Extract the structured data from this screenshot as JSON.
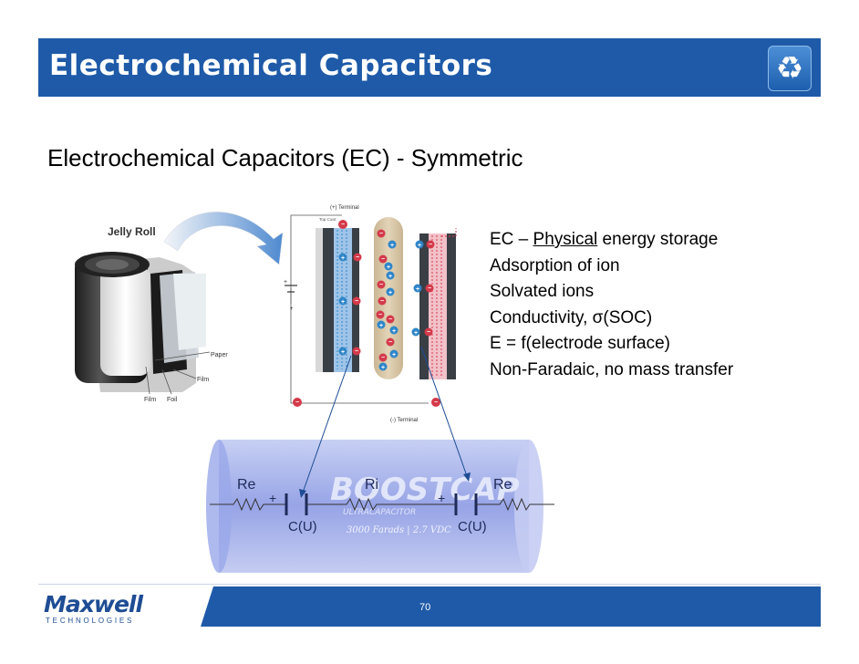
{
  "header": {
    "title": "Electrochemical Capacitors",
    "icon": "recycle-icon"
  },
  "subtitle": "Electrochemical Capacitors (EC) - Symmetric",
  "bullets": {
    "line1_lead": "EC",
    "line1_dash": " – ",
    "line1_underlined": "Physical",
    "line1_rest": " energy storage",
    "line2": "Adsorption of ion",
    "line3": "Solvated ions",
    "line4": "Conductivity, σ(SOC)",
    "line5": "E = f(electrode surface)",
    "line6": "Non-Faradaic, no mass transfer"
  },
  "jelly_roll": {
    "title": "Jelly Roll",
    "paper": "Paper",
    "film_right": "Film",
    "film_left": "Film",
    "foil": "Foil"
  },
  "cell": {
    "plus_terminal": "(+) Terminal",
    "minus_terminal": "(-) Terminal",
    "top_coat": "Top Coat"
  },
  "circuit": {
    "re_left": "Re",
    "ri": "Ri",
    "re_right": "Re",
    "cu_left": "C(U)",
    "cu_right": "C(U)"
  },
  "cylinder": {
    "brand": "BOOSTCAP",
    "sub": "ULTRACAPACITOR",
    "spec": "3000 Farads | 2.7 VDC"
  },
  "footer": {
    "page": "70",
    "logo": "Maxwell",
    "logo_sub": "TECHNOLOGIES"
  },
  "colors": {
    "brand_blue": "#1e5aa8",
    "electrode_blue": "#2f86c9",
    "electrode_red": "#d43a4a"
  }
}
